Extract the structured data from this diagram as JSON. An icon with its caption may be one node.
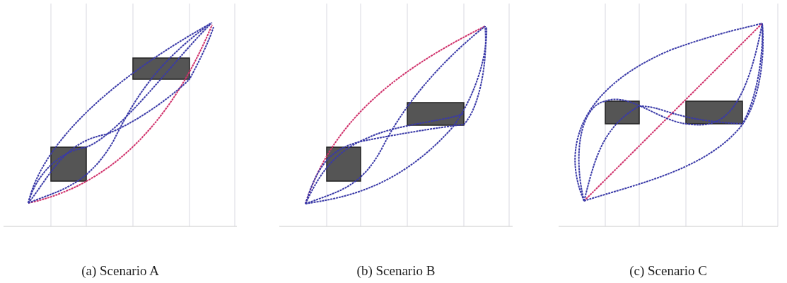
{
  "diagram": {
    "labels": [
      "(a) Scenario A",
      "(b) Scenario B",
      "(c) Scenario C"
    ]
  }
}
